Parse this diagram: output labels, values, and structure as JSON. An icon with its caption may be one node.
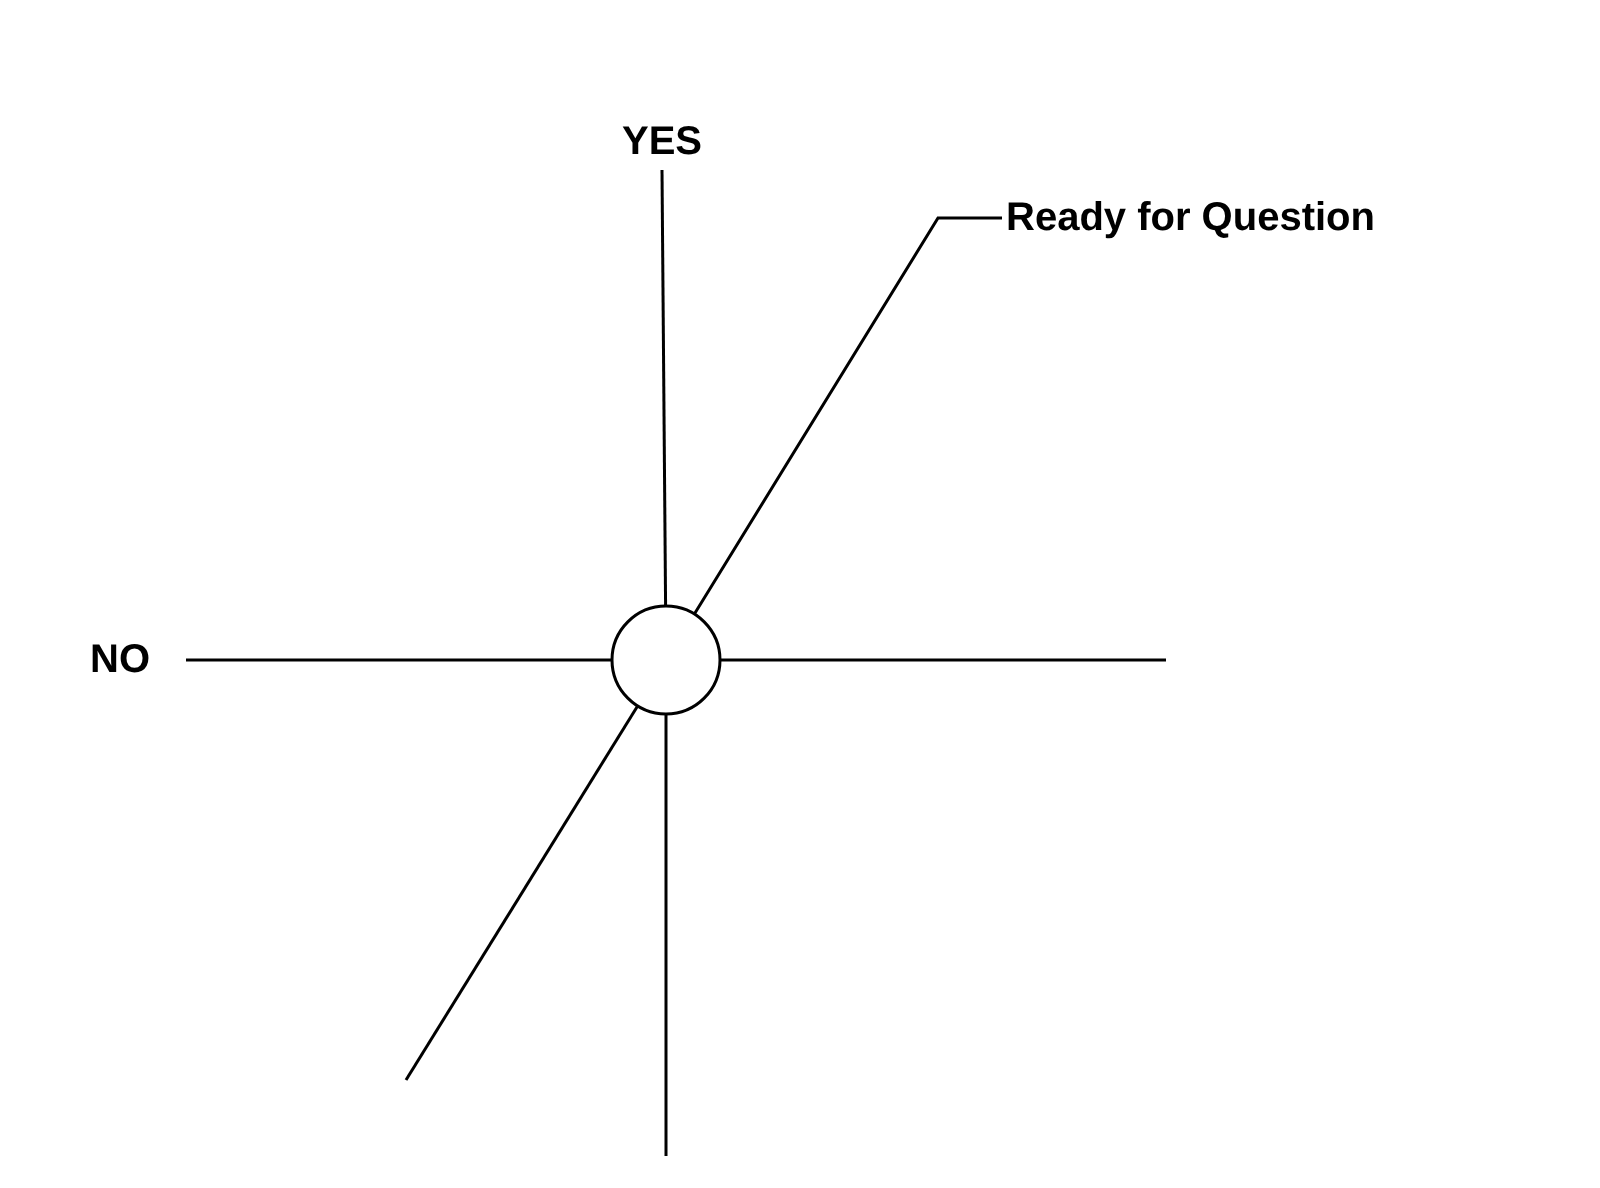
{
  "diagram": {
    "nodes": [
      {
        "text": [
          "YES"
        ]
      },
      {
        "text": [
          "Ready for Question"
        ]
      },
      {
        "text": [
          "NO"
        ]
      },
      {
        "text": [],
        "shape": "circle"
      }
    ],
    "edges": [
      {
        "from": 3,
        "to": 0,
        "arrow": "none"
      },
      {
        "from": 3,
        "to": 1,
        "arrow": "none"
      },
      {
        "from": 3,
        "to": 2,
        "arrow": "none"
      },
      {
        "from": 3,
        "to": null,
        "arrow": "none"
      },
      {
        "from": 3,
        "to": null,
        "arrow": "none"
      },
      {
        "from": 3,
        "to": null,
        "arrow": "none"
      }
    ]
  }
}
